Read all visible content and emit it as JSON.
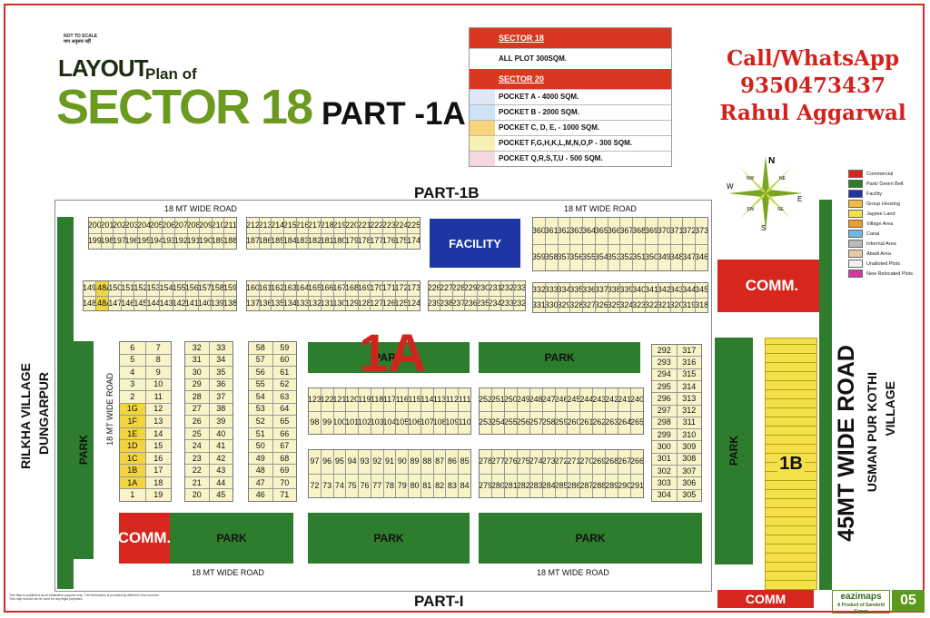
{
  "header": {
    "not_to_scale": "NOT TO SCALE",
    "not_to_scale_hindi": "माप अनुसार नहीं",
    "layout_word": "LAYOUT",
    "plan_of": "Plan of",
    "sector_title": "SECTOR 18",
    "part_title": "PART -1A"
  },
  "legend_table": {
    "sector18_header": "SECTOR 18",
    "sector18_row": "ALL PLOT  300SQM.",
    "sector20_header": "SECTOR 20",
    "rows": [
      "POCKET A   - 4000 SQM.",
      "POCKET B   - 2000 SQM.",
      "POCKET C, D, E, - 1000 SQM.",
      "POCKET  F,G,H,K,L,M,N,O,P - 300 SQM.",
      "POCKET Q,R,S,T,U  - 500 SQM."
    ],
    "row_colors": [
      "#ffffff",
      "#dfe6f7",
      "#cfe3f7",
      "#f7d37a",
      "#f7f0b2",
      "#f6d8e3"
    ]
  },
  "contact": {
    "line1": "Call/WhatsApp",
    "line2": "9350473437",
    "line3": "Rahul Aggarwal"
  },
  "compass": {
    "n": "N",
    "s": "S",
    "e": "E",
    "w": "W",
    "ne": "NE",
    "nw": "NW",
    "se": "SE",
    "sw": "SW"
  },
  "key_legend": [
    {
      "label": "Commercial",
      "color": "#d7261e"
    },
    {
      "label": "Park/ Green Belt",
      "color": "#2e7d2e"
    },
    {
      "label": "Facility",
      "color": "#1d36a3"
    },
    {
      "label": "Group Housing",
      "color": "#f4b942"
    },
    {
      "label": "Jaypee Land",
      "color": "#f4e04a"
    },
    {
      "label": "Village Area",
      "color": "#f29a2e"
    },
    {
      "label": "Canal",
      "color": "#6fb7e8"
    },
    {
      "label": "Informal Area",
      "color": "#b9b9b9"
    },
    {
      "label": "Abadi Area",
      "color": "#e6c9a8"
    },
    {
      "label": "Unalloted Plots",
      "color": "#f2f2f2"
    },
    {
      "label": "New Relocated Plots",
      "color": "#d6369f"
    }
  ],
  "map": {
    "part_1b": "PART-1B",
    "part_1": "PART-I",
    "road_top": "18 MT WIDE ROAD",
    "road_top_right": "18 MT WIDE ROAD",
    "road_bottom_left": "18 MT WIDE ROAD",
    "road_bottom_right": "18 MT WIDE ROAD",
    "road_inner": "18 MT WIDE ROAD",
    "road_45": "45MT WIDE ROAD",
    "facility": "FACILITY",
    "comm": "COMM.",
    "comm_bottom": "COMM",
    "park": "PARK",
    "label_1a": "1A",
    "label_1b": "1B",
    "left_village_1": "RILKHA VILLAGE",
    "left_village_2": "DUNGARPUR",
    "right_village_1": "USMAN PUR KOTHI",
    "right_village_2": "VILLAGE"
  },
  "plots": {
    "top_row_a": [
      "200",
      "201",
      "202",
      "203",
      "204",
      "205",
      "206",
      "207",
      "208",
      "209",
      "210",
      "211"
    ],
    "top_row_b": [
      "199",
      "198",
      "197",
      "196",
      "195",
      "194",
      "193",
      "192",
      "191",
      "190",
      "189",
      "188"
    ],
    "top_row_c": [
      "212",
      "213",
      "214",
      "215",
      "216",
      "217",
      "218",
      "219",
      "220",
      "221",
      "222",
      "223",
      "224",
      "225"
    ],
    "top_row_d": [
      "187",
      "186",
      "185",
      "184",
      "183",
      "182",
      "181",
      "180",
      "179",
      "178",
      "177",
      "176",
      "175",
      "174"
    ],
    "tr_row_a": [
      "360",
      "361",
      "362",
      "363",
      "364",
      "365",
      "366",
      "367",
      "368",
      "369",
      "370",
      "371",
      "372",
      "373"
    ],
    "tr_row_b": [
      "359",
      "358",
      "357",
      "356",
      "355",
      "354",
      "353",
      "352",
      "351",
      "350",
      "349",
      "348",
      "347",
      "346"
    ],
    "mid_row_a": [
      "149",
      "148A",
      "150",
      "151",
      "152",
      "153",
      "154",
      "155",
      "156",
      "157",
      "158",
      "159"
    ],
    "mid_row_b": [
      "148",
      "148A",
      "147",
      "146",
      "145",
      "144",
      "143",
      "142",
      "141",
      "140",
      "139",
      "138"
    ],
    "mid_row_c": [
      "160",
      "161",
      "162",
      "163",
      "164",
      "165",
      "166",
      "167",
      "168",
      "169",
      "170",
      "171",
      "172",
      "173"
    ],
    "mid_row_d": [
      "137",
      "136",
      "135",
      "134",
      "133",
      "132",
      "131",
      "130",
      "129",
      "128",
      "127",
      "126",
      "125",
      "124"
    ],
    "fac_row_a": [
      "226",
      "227",
      "228",
      "229",
      "230",
      "231",
      "232",
      "233"
    ],
    "fac_row_b": [
      "239",
      "238",
      "237",
      "236",
      "235",
      "234",
      "233",
      "232"
    ],
    "r_row_a": [
      "332",
      "333",
      "334",
      "335",
      "336",
      "337",
      "338",
      "339",
      "340",
      "341",
      "342",
      "343",
      "344",
      "345"
    ],
    "r_row_b": [
      "331",
      "330",
      "329",
      "328",
      "327",
      "326",
      "325",
      "324",
      "323",
      "322",
      "321",
      "320",
      "319",
      "318"
    ],
    "col1": [
      "6",
      "5",
      "4",
      "3",
      "2",
      "1G",
      "1F",
      "1E",
      "1D",
      "1C",
      "1B",
      "1A",
      "1"
    ],
    "col2": [
      "7",
      "8",
      "9",
      "10",
      "11",
      "12",
      "13",
      "14",
      "15",
      "16",
      "17",
      "18",
      "19"
    ],
    "col3": [
      "32",
      "31",
      "30",
      "29",
      "28",
      "27",
      "26",
      "25",
      "24",
      "23",
      "22",
      "21",
      "20"
    ],
    "col4": [
      "33",
      "34",
      "35",
      "36",
      "37",
      "38",
      "39",
      "40",
      "41",
      "42",
      "43",
      "44",
      "45"
    ],
    "col5": [
      "58",
      "57",
      "56",
      "55",
      "54",
      "53",
      "52",
      "51",
      "50",
      "49",
      "48",
      "47",
      "46"
    ],
    "col6": [
      "59",
      "60",
      "61",
      "62",
      "63",
      "64",
      "65",
      "66",
      "67",
      "68",
      "69",
      "70",
      "71"
    ],
    "c_row_a": [
      "123",
      "122",
      "121",
      "120",
      "119",
      "118",
      "117",
      "116",
      "115",
      "114",
      "113",
      "112",
      "111"
    ],
    "c_row_b": [
      "98",
      "99",
      "100",
      "101",
      "102",
      "103",
      "104",
      "105",
      "106",
      "107",
      "108",
      "109",
      "110"
    ],
    "c_row_c": [
      "97",
      "96",
      "95",
      "94",
      "93",
      "92",
      "91",
      "90",
      "89",
      "88",
      "87",
      "86",
      "85"
    ],
    "c_row_d": [
      "72",
      "73",
      "74",
      "75",
      "76",
      "77",
      "78",
      "79",
      "80",
      "81",
      "82",
      "83",
      "84"
    ],
    "d_row_a": [
      "252",
      "251",
      "250",
      "249",
      "248",
      "247",
      "246",
      "245",
      "244",
      "243",
      "242",
      "241",
      "240"
    ],
    "d_row_b": [
      "253",
      "254",
      "255",
      "256",
      "257",
      "258",
      "259",
      "260",
      "261",
      "262",
      "263",
      "264",
      "265"
    ],
    "d_row_c": [
      "278",
      "277",
      "276",
      "275",
      "274",
      "273",
      "272",
      "271",
      "270",
      "269",
      "268",
      "267",
      "266"
    ],
    "d_row_d": [
      "279",
      "280",
      "281",
      "282",
      "283",
      "284",
      "285",
      "286",
      "287",
      "288",
      "289",
      "290",
      "291"
    ],
    "e_col_a": [
      "292",
      "293",
      "294",
      "295",
      "296",
      "297",
      "298",
      "299",
      "300",
      "301",
      "302",
      "303",
      "304"
    ],
    "e_col_b": [
      "317",
      "316",
      "315",
      "314",
      "313",
      "312",
      "311",
      "310",
      "309",
      "308",
      "307",
      "306",
      "305"
    ]
  },
  "footer": {
    "brand": "eazimaps",
    "brand_sub": "A Product of Sanskriti Group",
    "page_no": "05",
    "disclaimer": "This Map is published as an illustrative purpose only. The information is provided by different Govt sources. This map should not be used for any legal purposes."
  }
}
